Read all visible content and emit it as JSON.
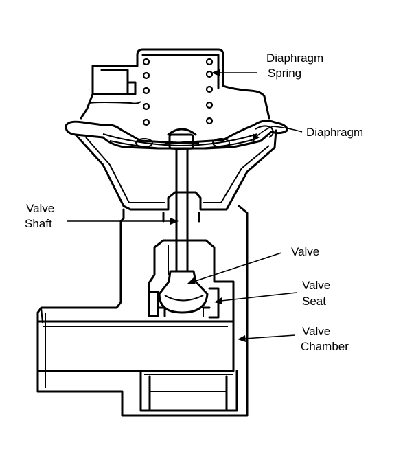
{
  "labels": {
    "diaphragm_spring_line1": "Diaphragm",
    "diaphragm_spring_line2": "Spring",
    "diaphragm": "Diaphragm",
    "valve_shaft_line1": "Valve",
    "valve_shaft_line2": "Shaft",
    "valve": "Valve",
    "valve_seat_line1": "Valve",
    "valve_seat_line2": "Seat",
    "valve_chamber_line1": "Valve",
    "valve_chamber_line2": "Chamber"
  },
  "colors": {
    "line": "#000000",
    "background": "#ffffff"
  }
}
